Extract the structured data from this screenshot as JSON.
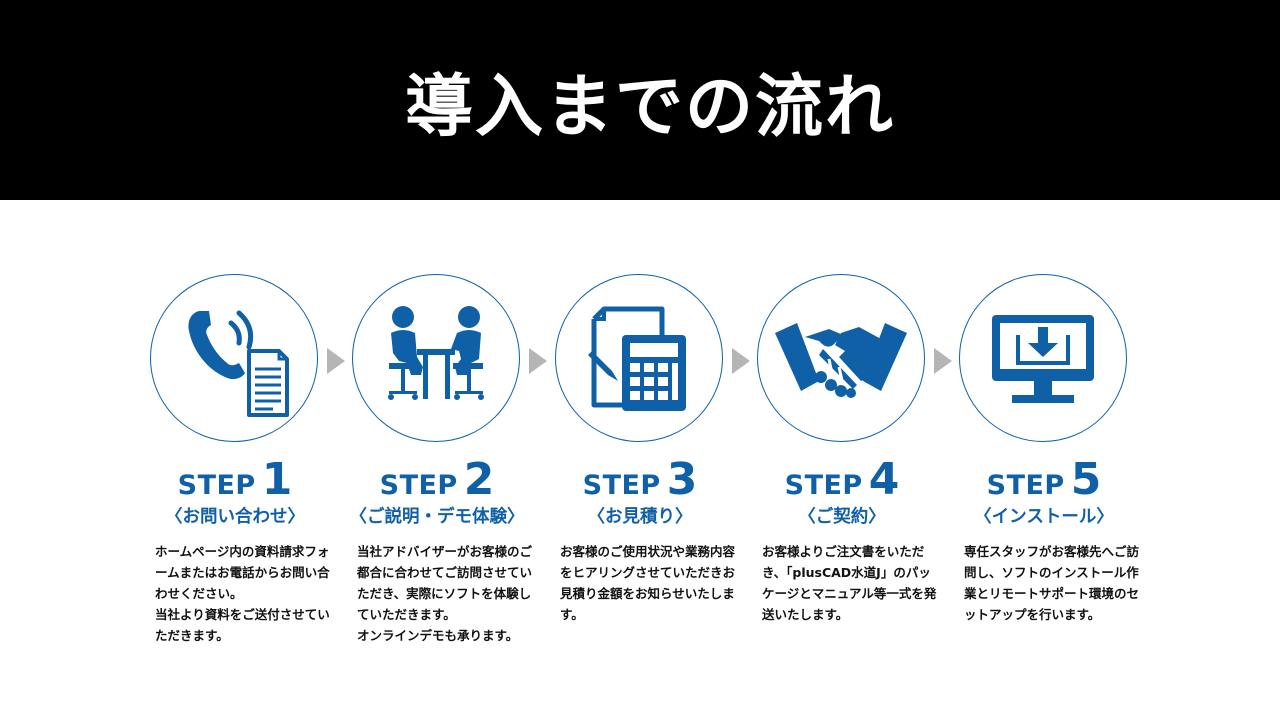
{
  "title": "導入までの流れ",
  "colors": {
    "accent": "#1060a8",
    "banner": "#000000",
    "arrow": "#b5b5b5"
  },
  "steps": [
    {
      "word": "STEP",
      "number": "1",
      "subtitle": "〈お問い合わせ〉",
      "icon": "phone-document-icon",
      "description": "ホームページ内の資料請求フォームまたはお電話からお問い合わせください。\n当社より資料をご送付させていただきます。"
    },
    {
      "word": "STEP",
      "number": "2",
      "subtitle": "〈ご説明・デモ体験〉",
      "icon": "meeting-icon",
      "description": "当社アドバイザーがお客様のご都合に合わせてご訪問させていただき、実際にソフトを体験していただきます。\nオンラインデモも承ります。"
    },
    {
      "word": "STEP",
      "number": "3",
      "subtitle": "〈お見積り〉",
      "icon": "calculator-document-icon",
      "description": "お客様のご使用状況や業務内容をヒアリングさせていただきお見積り金額をお知らせいたします。"
    },
    {
      "word": "STEP",
      "number": "4",
      "subtitle": "〈ご契約〉",
      "icon": "handshake-icon",
      "description": "お客様よりご注文書をいただき、「plusCAD水道J」のパッケージとマニュアル等一式を発送いたします。"
    },
    {
      "word": "STEP",
      "number": "5",
      "subtitle": "〈インストール〉",
      "icon": "monitor-download-icon",
      "description": "専任スタッフがお客様先へご訪問し、ソフトのインストール作業とリモートサポート環境のセットアップを行います。"
    }
  ]
}
